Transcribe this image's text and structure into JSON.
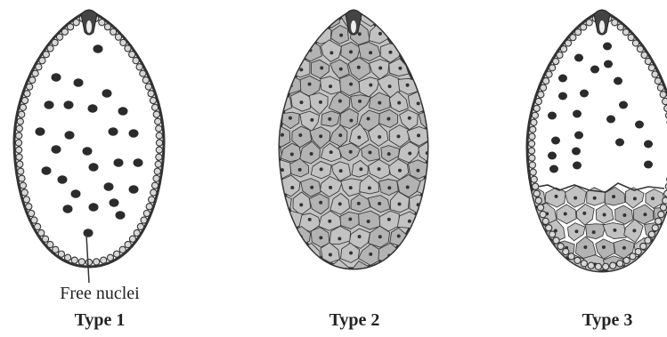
{
  "labels": {
    "free_nuclei": "Free nuclei",
    "type1": "Type 1",
    "type2": "Type 2",
    "type3": "Type 3"
  },
  "colors": {
    "outline": "#333333",
    "cell_fill": "#bdbdbd",
    "nucleus": "#2b2b2b",
    "background": "#ffffff"
  }
}
